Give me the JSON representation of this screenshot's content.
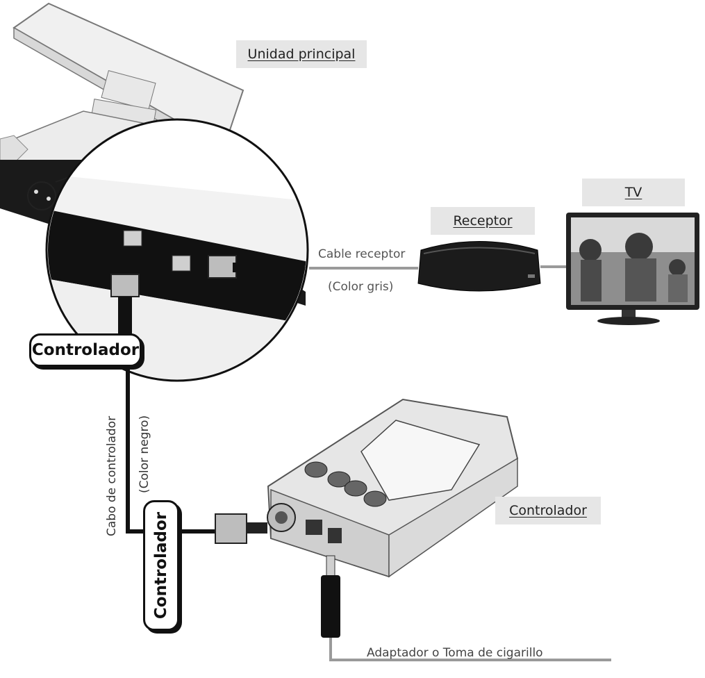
{
  "labels": {
    "main_unit": "Unidad principal",
    "tv": "TV",
    "receiver": "Receptor",
    "controller": "Controlador",
    "receiver_cable": "Cable receptor",
    "receiver_cable_color": "(Color gris)",
    "controller_cable": "Cabo de controlador",
    "controller_cable_color": "(Color negro)",
    "power_cable": "Adaptador o Toma de cigarillo"
  },
  "badges": {
    "top": "Controlador",
    "bottom": "Controlador"
  },
  "colors": {
    "label_bg": "#e6e6e6",
    "grey_cable": "#9a9a9a",
    "black_cable": "#111111"
  }
}
